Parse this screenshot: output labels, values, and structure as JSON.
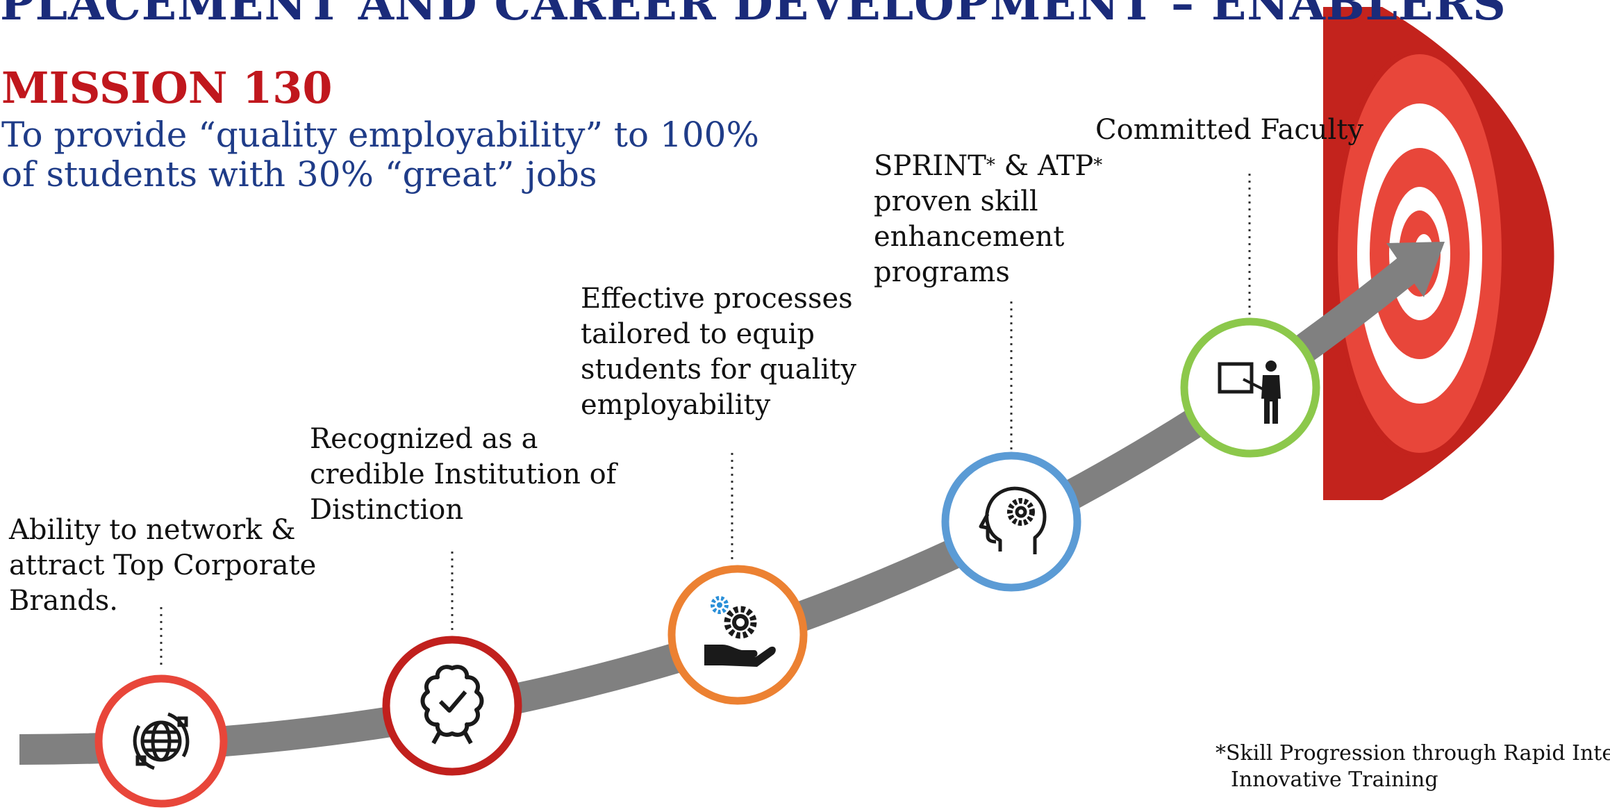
{
  "title": "PLACEMENT AND CAREER DEVELOPMENT – ENABLERS",
  "mission": {
    "heading": "MISSION 130",
    "line1": "To provide “quality employability” to 100%",
    "line2": "of students with 30% “great” jobs"
  },
  "enablers": [
    {
      "icon": "globe-network-icon",
      "ring_color": "#e8463a",
      "lines": [
        "Ability to network &",
        "attract Top Corporate",
        "Brands."
      ]
    },
    {
      "icon": "award-badge-icon",
      "ring_color": "#c1201d",
      "lines": [
        "Recognized as a",
        "credible Institution of",
        "Distinction"
      ]
    },
    {
      "icon": "hand-gears-icon",
      "ring_color": "#ec8132",
      "lines": [
        "Effective processes",
        "tailored to equip",
        "students for quality",
        "employability"
      ]
    },
    {
      "icon": "head-gear-icon",
      "ring_color": "#5b9bd5",
      "lines": [
        "SPRINT",
        " & ATP",
        "proven skill",
        "enhancement",
        "programs"
      ]
    },
    {
      "icon": "teacher-board-icon",
      "ring_color": "#8cc84b",
      "lines": [
        "Committed Faculty"
      ]
    }
  ],
  "asterisk": "*",
  "footnote": {
    "line1": "*Skill Progression through Rapid Intensive",
    "line2": "Innovative Training"
  },
  "colors": {
    "title": "#1a2b7a",
    "mission_heading": "#c0171d",
    "mission_text": "#1f3c88",
    "arrow": "#808080",
    "target_red": "#e8463a",
    "target_dark": "#c0201a"
  }
}
